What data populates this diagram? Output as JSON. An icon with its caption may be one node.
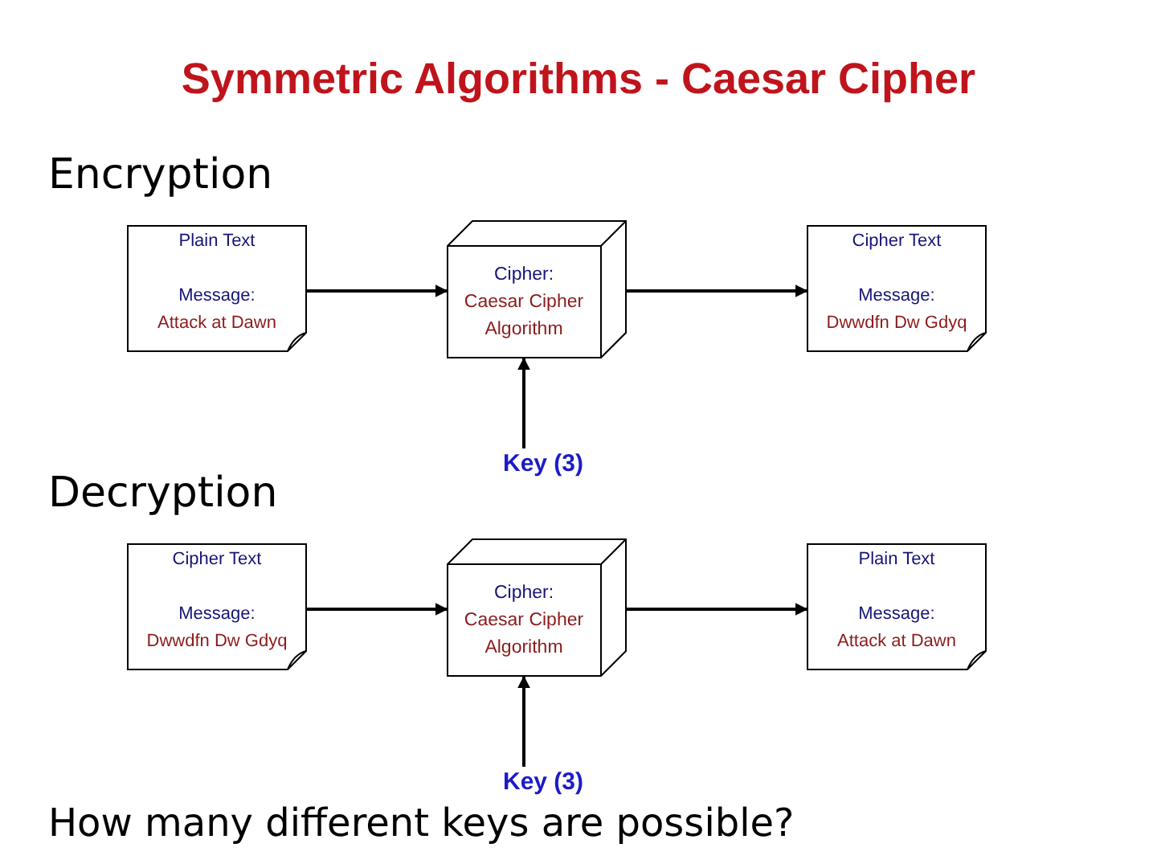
{
  "diagram": {
    "title": "Symmetric Algorithms - Caesar Cipher",
    "nodes": [
      {
        "text": [
          "Plain Text",
          "Message:",
          "Attack at Dawn"
        ]
      },
      {
        "text": [
          "Cipher:",
          "Caesar Cipher Algorithm"
        ]
      },
      {
        "text": [
          "Cipher Text",
          "Message:",
          "Dwwdfn Dw Gdyq"
        ]
      },
      {
        "text": [
          "Key (3)"
        ]
      },
      {
        "text": [
          "Cipher Text",
          "Message:",
          "Dwwdfn Dw Gdyq"
        ]
      },
      {
        "text": [
          "Cipher:",
          "Caesar Cipher Algorithm"
        ]
      },
      {
        "text": [
          "Plain Text",
          "Message:",
          "Attack at Dawn"
        ]
      },
      {
        "text": [
          "Key (3)"
        ]
      }
    ],
    "edges": [
      {
        "from": 0,
        "to": 1,
        "arrow": "to"
      },
      {
        "from": 1,
        "to": 2,
        "arrow": "to"
      },
      {
        "from": 3,
        "to": 1,
        "arrow": "to"
      },
      {
        "from": 4,
        "to": 5,
        "arrow": "to"
      },
      {
        "from": 5,
        "to": 6,
        "arrow": "to"
      },
      {
        "from": 7,
        "to": 5,
        "arrow": "to"
      }
    ],
    "labels": [
      "Encryption",
      "Decryption",
      "How many different keys are possible?"
    ]
  }
}
